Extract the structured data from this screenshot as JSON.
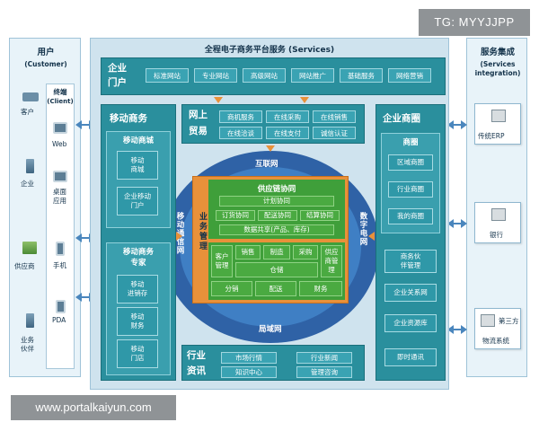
{
  "watermark_top": "TG: MYYJJPP",
  "watermark_bottom": "www.portalkaiyun.com",
  "customer": {
    "title": "用户",
    "subtitle": "(Customer)",
    "client_title": "终端",
    "client_sub": "(Client)",
    "roles": [
      "客户",
      "企业",
      "供应商",
      "业务",
      "伙伴"
    ],
    "devices": [
      "Web",
      "桌面",
      "应用",
      "手机",
      "PDA"
    ]
  },
  "services": {
    "title": "服务集成",
    "subtitle1": "(Services",
    "subtitle2": "integration)",
    "items": [
      "传统ERP",
      "银行",
      "第三方",
      "物流系统"
    ]
  },
  "main": {
    "title": "全程电子商务平台服务 (Services)",
    "portal": {
      "title1": "企业",
      "title2": "门户",
      "tabs": [
        "标准网站",
        "专业网站",
        "高级网站",
        "网站推广",
        "基础服务",
        "网络营销"
      ]
    },
    "mobile": {
      "title": "移动商务",
      "mall_title": "移动商城",
      "mall_items": [
        "移动",
        "商城",
        "企业移动",
        "门户"
      ],
      "expert_title1": "移动商务",
      "expert_title2": "专家",
      "expert_items": [
        "移动",
        "进销存",
        "移动",
        "财务",
        "移动",
        "门店"
      ]
    },
    "trade": {
      "title1": "网上",
      "title2": "贸易",
      "tabs": [
        "商机服务",
        "在线采购",
        "在线销售",
        "在线洽谈",
        "在线支付",
        "诚信认证"
      ]
    },
    "circle": {
      "internet": "互联网",
      "mobile_net": "移动通信网",
      "digital_net": "数字电网",
      "lan": "局域网"
    },
    "core": {
      "supply_title": "供应链协同",
      "plan": "计划协同",
      "row2": [
        "订货协同",
        "配送协同",
        "结算协同"
      ],
      "data_share": "数据共享(产品、库存)",
      "biz_mgmt": "业务管理",
      "crm": [
        "客户",
        "管理"
      ],
      "sales": "销售",
      "manufacture": "制造",
      "purchase": "采购",
      "supplier": [
        "供应",
        "商管",
        "理"
      ],
      "warehouse": "仓储",
      "bottom": [
        "分销",
        "配送",
        "财务"
      ]
    },
    "industry": {
      "title1": "行业",
      "title2": "资讯",
      "tabs": [
        "市场行情",
        "行业新闻",
        "知识中心",
        "管理咨询"
      ]
    },
    "enterprise": {
      "title": "企业商圈",
      "circle_title": "商圈",
      "circle_items": [
        "区域商圈",
        "行业商圈",
        "我的商圈"
      ],
      "items": [
        "商务伙",
        "伴管理",
        "企业关系网",
        "企业资源库",
        "即时通讯"
      ]
    }
  }
}
